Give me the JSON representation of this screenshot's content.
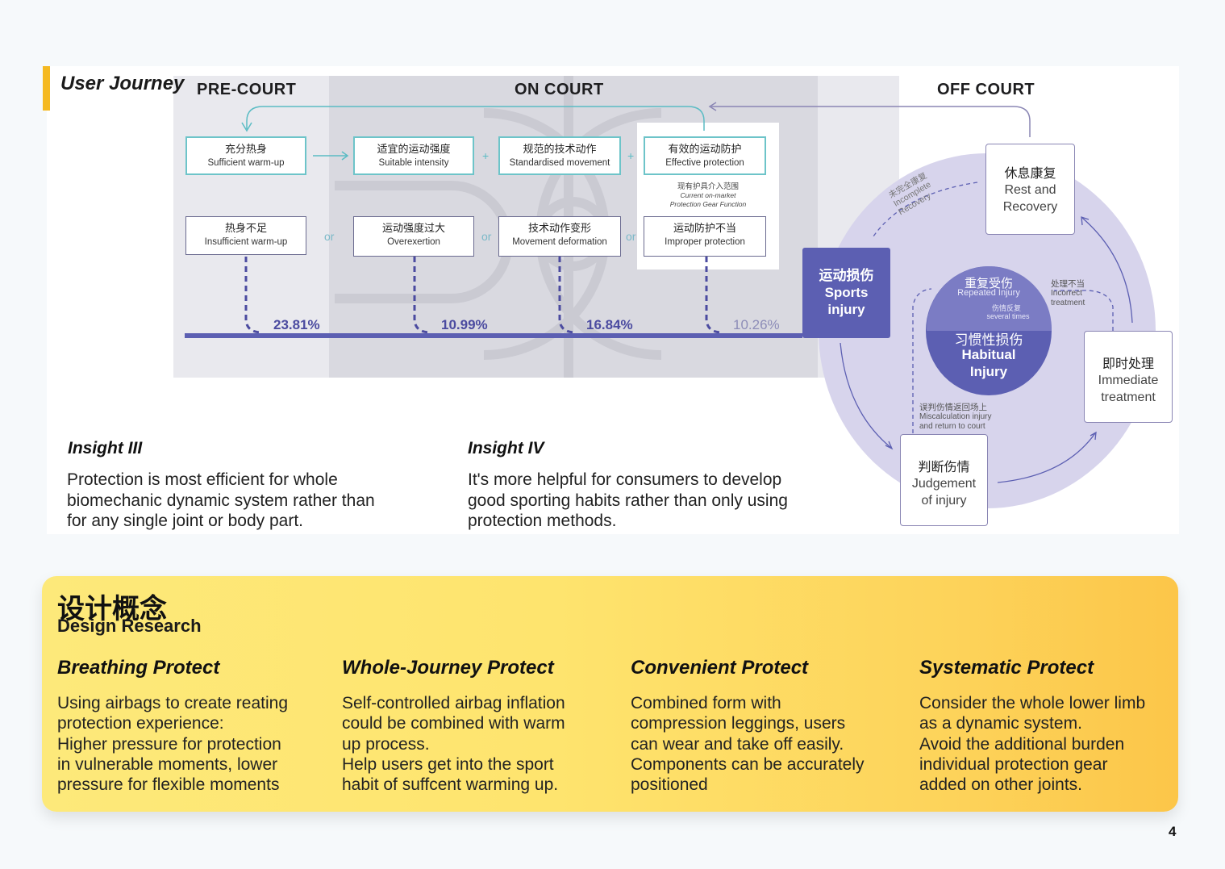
{
  "header": {
    "title": "User Journey"
  },
  "phases": {
    "pre": "PRE-COURT",
    "on": "ON COURT",
    "off": "OFF COURT"
  },
  "good_steps": [
    {
      "cn": "充分热身",
      "en": "Sufficient warm-up"
    },
    {
      "cn": "适宜的运动强度",
      "en": "Suitable intensity"
    },
    {
      "cn": "规范的技术动作",
      "en": "Standardised movement"
    },
    {
      "cn": "有效的运动防护",
      "en": "Effective protection"
    }
  ],
  "bad_steps": [
    {
      "cn": "热身不足",
      "en": "Insufficient warm-up"
    },
    {
      "cn": "运动强度过大",
      "en": "Overexertion"
    },
    {
      "cn": "技术动作变形",
      "en": "Movement deformation"
    },
    {
      "cn": "运动防护不当",
      "en": "Improper protection"
    }
  ],
  "operators": {
    "plus": "+",
    "or": "or"
  },
  "gear_note": {
    "cn": "现有护具介入范围",
    "en1": "Current on-market",
    "en2": "Protection Gear Function"
  },
  "percentages": [
    "23.81%",
    "10.99%",
    "16.84%",
    "10.26%"
  ],
  "sports_injury": {
    "cn": "运动损伤",
    "en1": "Sports",
    "en2": "injury"
  },
  "cycle": {
    "rest": {
      "cn": "休息康复",
      "en1": "Rest and",
      "en2": "Recovery"
    },
    "immediate": {
      "cn": "即时处理",
      "en1": "Immediate",
      "en2": "treatment"
    },
    "judgement": {
      "cn": "判断伤情",
      "en1": "Judgement",
      "en2": "of injury"
    },
    "repeated": {
      "cn": "重复受伤",
      "en": "Repeated Injury",
      "sub_cn": "伤情反复",
      "sub_en": "several times"
    },
    "habitual": {
      "cn": "习惯性损伤",
      "en1": "Habitual",
      "en2": "Injury"
    },
    "incomplete": {
      "cn": "未完全康复",
      "en1": "Incomplete",
      "en2": "Recovery"
    },
    "incorrect": {
      "cn": "处理不当",
      "en1": "Incorrect",
      "en2": "treatment"
    },
    "miscalc": {
      "cn": "误判伤情返回场上",
      "en1": "Miscalculation injury",
      "en2": "and return to court"
    }
  },
  "insights": [
    {
      "title": "Insight III",
      "lines": [
        "Protection is most efficient for whole",
        "biomechanic dynamic system rather than",
        "for any single joint or body part."
      ]
    },
    {
      "title": "Insight IV",
      "lines": [
        "It's more helpful for consumers to develop",
        "good sporting habits rather than only using",
        "protection methods."
      ]
    }
  ],
  "design": {
    "cn": "设计概念",
    "en": "Design Research",
    "columns": [
      {
        "title": "Breathing Protect",
        "lines": [
          "Using airbags to create reating",
          "protection experience:",
          "Higher pressure for protection",
          "in vulnerable moments, lower",
          "pressure for flexible moments"
        ]
      },
      {
        "title": "Whole-Journey Protect",
        "lines": [
          "Self-controlled airbag inflation",
          "could be combined with warm",
          "up process.",
          "Help users get into the sport",
          "habit of suffcent warming up."
        ]
      },
      {
        "title": "Convenient Protect",
        "lines": [
          "Combined form with",
          "compression leggings, users",
          "can wear and take off easily.",
          "Components can be accurately",
          "positioned"
        ]
      },
      {
        "title": "Systematic Protect",
        "lines": [
          "Consider the whole lower limb",
          "as a dynamic system.",
          "Avoid the additional burden",
          "individual protection gear",
          "added on other joints."
        ]
      }
    ]
  },
  "page_number": "4",
  "colors": {
    "accent": "#f5b921",
    "teal": "#6dc4c9",
    "indigo": "#5c5fb2",
    "lavender": "#d7d4ec"
  }
}
